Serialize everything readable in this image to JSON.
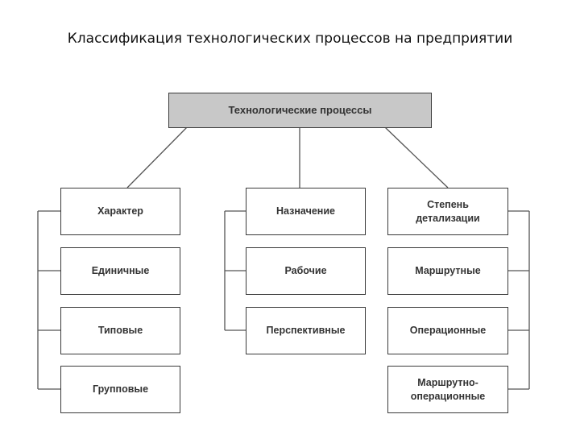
{
  "title": "Классификация технологических процессов на предприятии",
  "root": "Технологические процессы",
  "columns": [
    {
      "header": "Характер",
      "items": [
        "Единичные",
        "Типовые",
        "Групповые"
      ]
    },
    {
      "header": "Назначение",
      "items": [
        "Рабочие",
        "Перспективные"
      ]
    },
    {
      "header": "Степень\nдетализации",
      "items": [
        "Маршрутные",
        "Операционные",
        "Маршрутно-\nоперационные"
      ]
    }
  ]
}
